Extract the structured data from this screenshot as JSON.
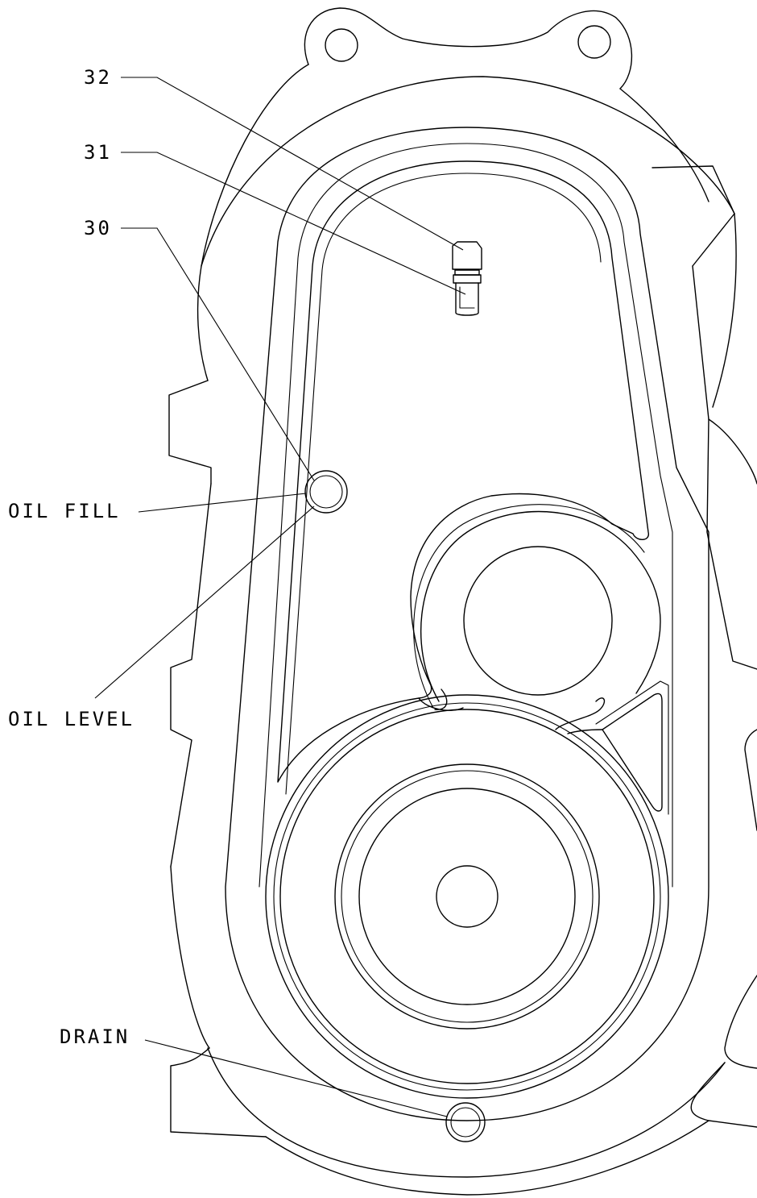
{
  "callouts": {
    "part_32": "32",
    "part_31": "31",
    "part_30": "30",
    "oil_fill": "OIL FILL",
    "oil_level": "OIL LEVEL",
    "drain": "DRAIN"
  },
  "line_color": "#000000",
  "background_color": "#ffffff"
}
